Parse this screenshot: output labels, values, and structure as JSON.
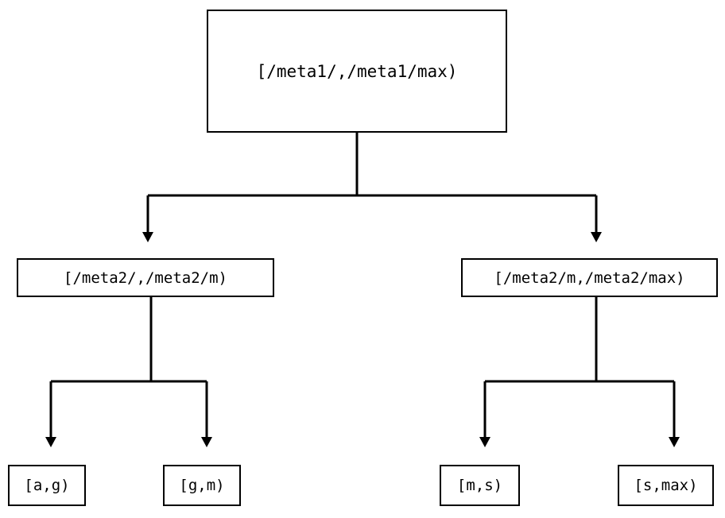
{
  "diagram": {
    "type": "tree",
    "title": "",
    "background_color": "#ffffff",
    "line_color": "#000000",
    "text_color": "#000000",
    "nodes": {
      "root": {
        "label": "[/meta1/,/meta1/max)"
      },
      "left_mid": {
        "label": "[/meta2/,/meta2/m)"
      },
      "right_mid": {
        "label": "[/meta2/m,/meta2/max)"
      },
      "leaf_ag": {
        "label": "[a,g)"
      },
      "leaf_gm": {
        "label": "[g,m)"
      },
      "leaf_ms": {
        "label": "[m,s)"
      },
      "leaf_smax": {
        "label": "[s,max)"
      }
    },
    "edges": [
      {
        "from": "root",
        "to": "left_mid"
      },
      {
        "from": "root",
        "to": "right_mid"
      },
      {
        "from": "left_mid",
        "to": "leaf_ag"
      },
      {
        "from": "left_mid",
        "to": "leaf_gm"
      },
      {
        "from": "right_mid",
        "to": "leaf_ms"
      },
      {
        "from": "right_mid",
        "to": "leaf_smax"
      }
    ]
  }
}
